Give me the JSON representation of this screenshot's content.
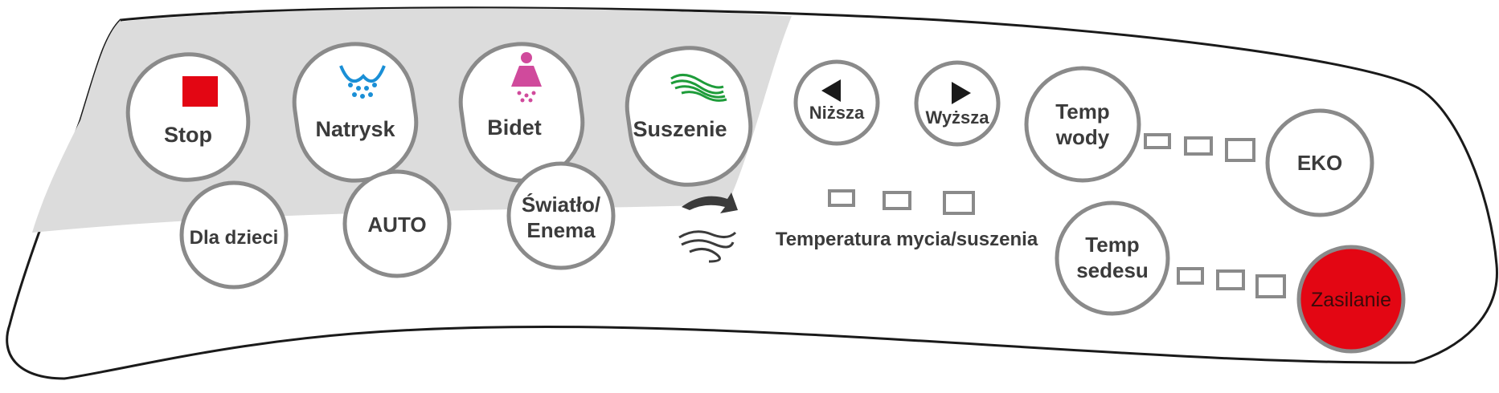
{
  "panel": {
    "colors": {
      "outline": "#1a1a1a",
      "shaded_area": "#dcdcdc",
      "button_border": "#8a8a8a",
      "button_fill": "#ffffff",
      "text": "#3b3b3b",
      "power_fill": "#e30613",
      "stop_icon": "#e30613",
      "spray_icon": "#1a8fd6",
      "bidet_icon": "#d04a9c",
      "dry_icon": "#1e9c3a"
    },
    "buttons": {
      "stop": {
        "label": "Stop",
        "icon": "stop-square-icon"
      },
      "spray": {
        "label": "Natrysk",
        "icon": "spray-icon"
      },
      "bidet": {
        "label": "Bidet",
        "icon": "bidet-icon"
      },
      "dry": {
        "label": "Suszenie",
        "icon": "dry-air-icon"
      },
      "kids": {
        "label": "Dla dzieci"
      },
      "auto": {
        "label": "AUTO"
      },
      "light": {
        "line1": "Światło/",
        "line2": "Enema"
      },
      "lower": {
        "label": "Niższa",
        "icon": "arrow-left-icon"
      },
      "higher": {
        "label": "Wyższa",
        "icon": "arrow-right-icon"
      },
      "water_temp": {
        "line1": "Temp",
        "line2": "wody"
      },
      "eco": {
        "label": "EKO"
      },
      "seat_temp": {
        "line1": "Temp",
        "line2": "sedesu"
      },
      "power": {
        "label": "Zasilanie"
      }
    },
    "wash_dry_temp": {
      "caption": "Temperatura mycia/suszenia",
      "levels": 3
    },
    "water_temp_levels": 3,
    "seat_temp_levels": 3,
    "mode_icon": "curved-arrow-wave-icon"
  }
}
